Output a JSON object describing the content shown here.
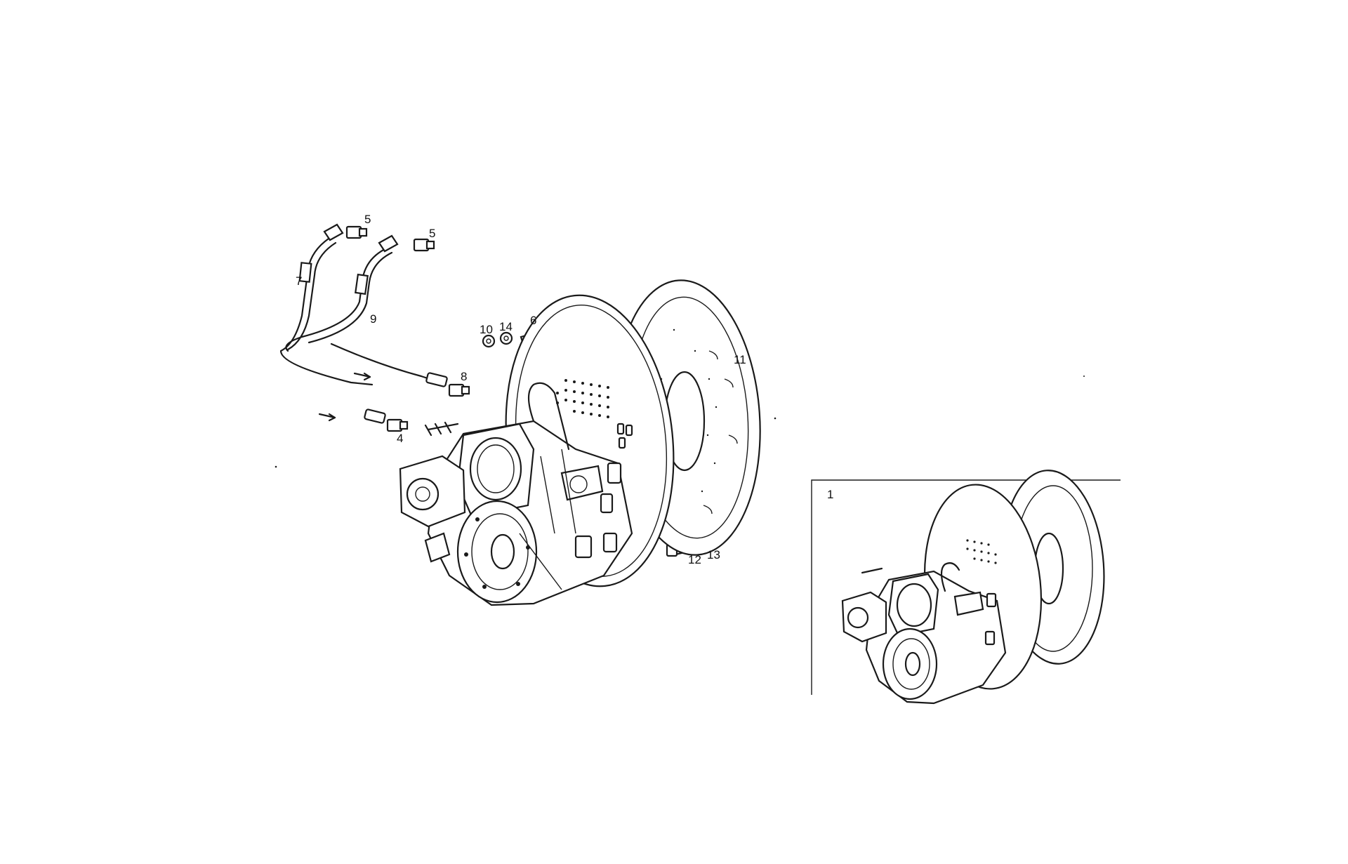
{
  "callouts": {
    "c5a": "5",
    "c5b": "5",
    "c7": "7",
    "c9": "9",
    "c8": "8",
    "c4": "4",
    "c10": "10",
    "c14": "14",
    "c6": "6",
    "c11": "11",
    "c12": "12",
    "c13": "13",
    "c1": "1"
  }
}
